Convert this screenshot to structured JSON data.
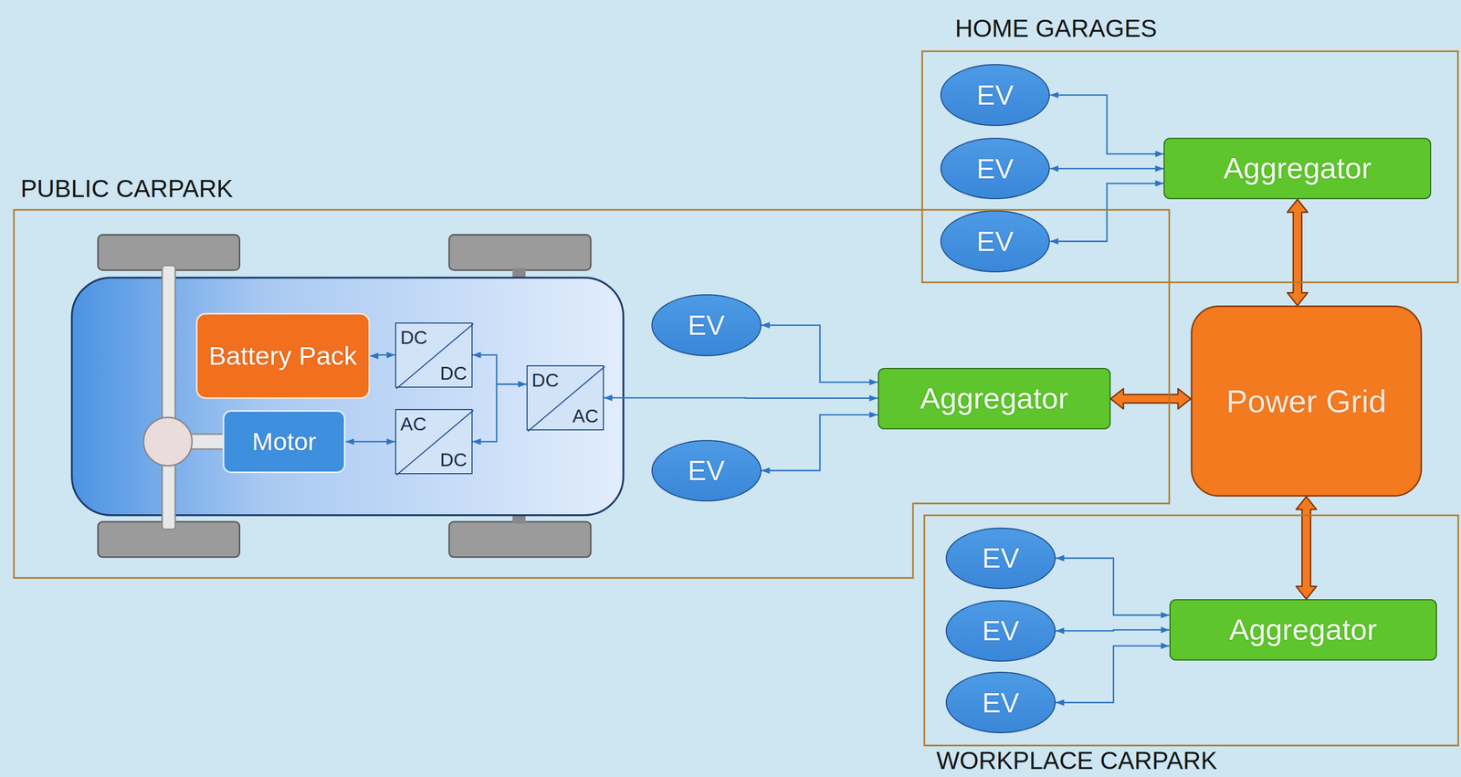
{
  "diagram": {
    "nodes": [
      {
        "text": [
          "HOME GARAGES"
        ]
      },
      {
        "text": [
          "EV"
        ],
        "in": 0
      },
      {
        "text": [
          "EV"
        ],
        "in": 0
      },
      {
        "text": [
          "EV"
        ],
        "in": 0
      },
      {
        "text": [
          "Aggregator"
        ],
        "in": 0
      },
      {
        "text": [
          "PUBLIC CARPARK"
        ]
      },
      {
        "text": [
          "Battery Pack"
        ],
        "in": 5
      },
      {
        "text": [
          "DC",
          "DC"
        ],
        "in": 5
      },
      {
        "text": [
          "Motor"
        ],
        "in": 5
      },
      {
        "text": [
          "AC",
          "DC"
        ],
        "in": 5
      },
      {
        "text": [
          "DC",
          "AC"
        ],
        "in": 5
      },
      {
        "text": [
          "EV"
        ],
        "in": 5
      },
      {
        "text": [
          "EV"
        ],
        "in": 5
      },
      {
        "text": [
          "Aggregator"
        ],
        "in": 5
      },
      {
        "text": [
          "Power Grid"
        ]
      },
      {
        "text": [
          "WORKPLACE CARPARK"
        ]
      },
      {
        "text": [
          "EV"
        ],
        "in": 15
      },
      {
        "text": [
          "EV"
        ],
        "in": 15
      },
      {
        "text": [
          "EV"
        ],
        "in": 15
      },
      {
        "text": [
          "Aggregator"
        ],
        "in": 15
      }
    ],
    "edges": [
      {
        "from": 1,
        "to": 4,
        "arrow": "both"
      },
      {
        "from": 2,
        "to": 4,
        "arrow": "both"
      },
      {
        "from": 3,
        "to": 4,
        "arrow": "both"
      },
      {
        "from": 4,
        "to": 14,
        "arrow": "both"
      },
      {
        "from": 6,
        "to": 7,
        "arrow": "both"
      },
      {
        "from": 8,
        "to": 9,
        "arrow": "both"
      },
      {
        "from": 7,
        "to": 10,
        "arrow": "both"
      },
      {
        "from": 9,
        "to": 10,
        "arrow": "both"
      },
      {
        "from": 11,
        "to": 13,
        "arrow": "both"
      },
      {
        "from": 10,
        "to": 13,
        "arrow": "both"
      },
      {
        "from": 12,
        "to": 13,
        "arrow": "both"
      },
      {
        "from": 13,
        "to": 14,
        "arrow": "both"
      },
      {
        "from": 14,
        "to": 19,
        "arrow": "both"
      },
      {
        "from": 16,
        "to": 19,
        "arrow": "both"
      },
      {
        "from": 17,
        "to": 19,
        "arrow": "both"
      },
      {
        "from": 18,
        "to": 19,
        "arrow": "both"
      }
    ]
  }
}
